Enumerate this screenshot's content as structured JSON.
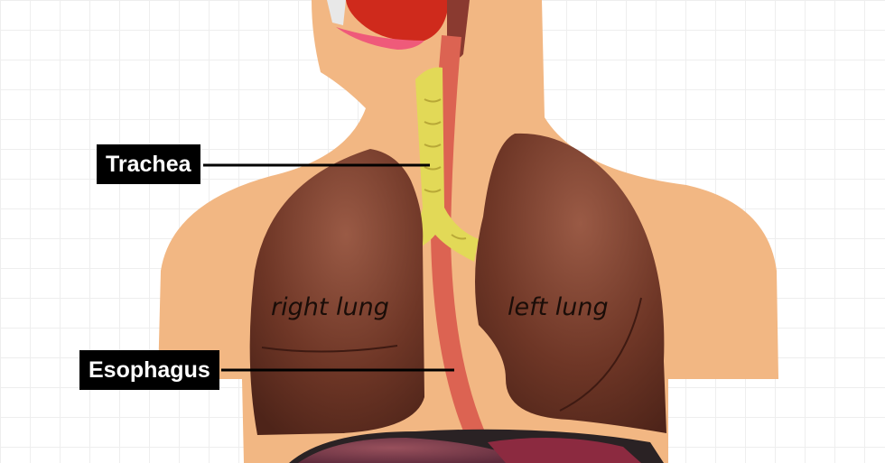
{
  "labels": {
    "trachea": "Trachea",
    "esophagus": "Esophagus",
    "right_lung": "right lung",
    "left_lung": "left lung"
  },
  "colors": {
    "skin": "#f2b783",
    "lung": "#6b3426",
    "trachea": "#e2d957",
    "esophagus": "#dc6352",
    "tongue": "#cf2a1c",
    "label_bg": "#000000"
  }
}
